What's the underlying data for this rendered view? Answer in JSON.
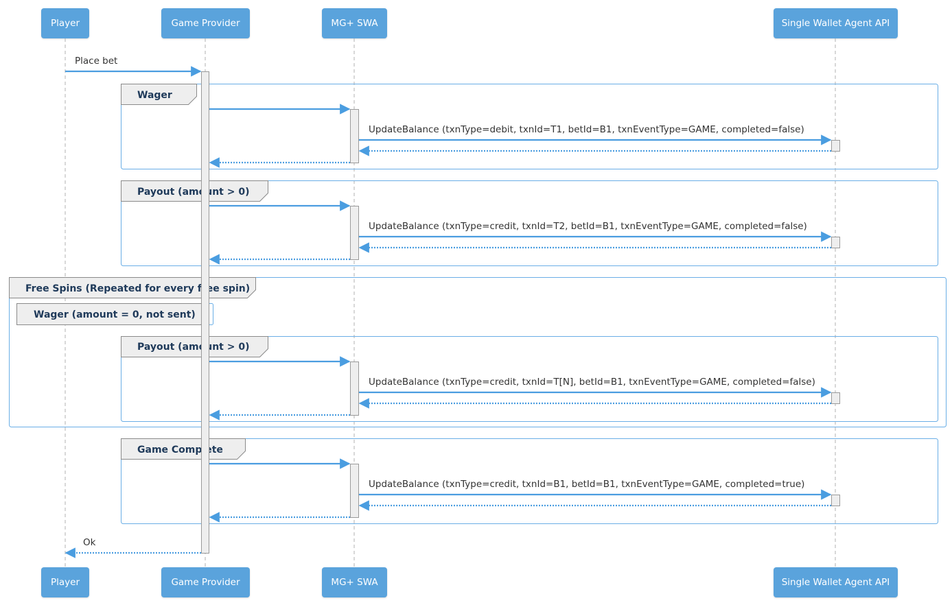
{
  "participants": [
    {
      "id": "player",
      "name": "Player"
    },
    {
      "id": "provider",
      "name": "Game Provider"
    },
    {
      "id": "swa",
      "name": "MG+ SWA"
    },
    {
      "id": "api",
      "name": "Single Wallet Agent API"
    }
  ],
  "messages": {
    "place_bet": "Place bet",
    "ok": "Ok",
    "wager_update": "UpdateBalance (txnType=debit, txnId=T1, betId=B1, txnEventType=GAME, completed=false)",
    "payout_update": "UpdateBalance (txnType=credit, txnId=T2, betId=B1, txnEventType=GAME, completed=false)",
    "freespin_payout_update": "UpdateBalance (txnType=credit, txnId=T[N], betId=B1, txnEventType=GAME, completed=false)",
    "complete_update": "UpdateBalance (txnType=credit, txnId=B1, betId=B1, txnEventType=GAME, completed=true)"
  },
  "fragments": {
    "wager": "Wager",
    "payout": "Payout (amount > 0)",
    "free_spins": "Free Spins (Repeated for every free spin)",
    "free_wager": "Wager (amount = 0, not sent)",
    "free_payout": "Payout (amount > 0)",
    "game_complete": "Game Complete"
  },
  "colors": {
    "participant": "#5aa3dc",
    "arrow": "#4a9de0",
    "frame": "#6aaee6",
    "lifeline": "#b0b0b0",
    "activation": "#eeeeee"
  }
}
